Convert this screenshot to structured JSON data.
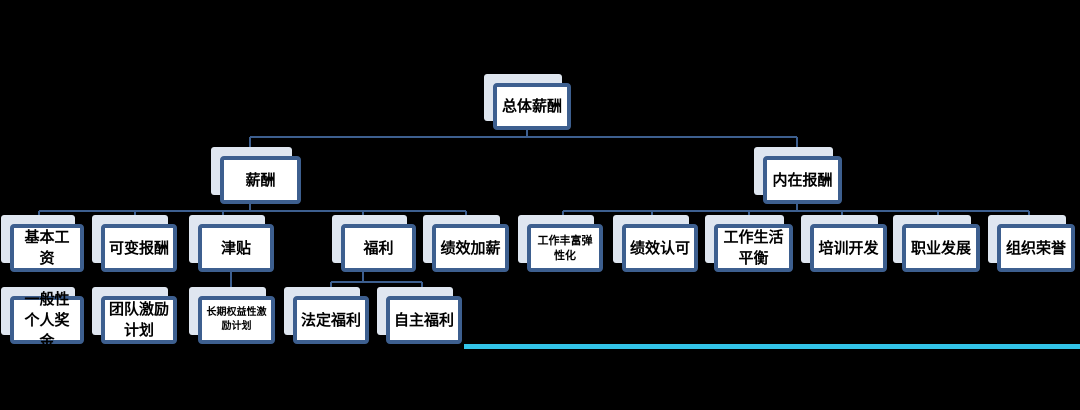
{
  "colors": {
    "line": "#3d5f8f",
    "border": "#3d5f8f",
    "shadow": "#dfe6f0",
    "accent": "#33c4e8"
  },
  "nodes": {
    "root": "总体薪酬",
    "salary": "薪酬",
    "intrinsic": "内在报酬",
    "base_pay": "基本工资",
    "variable_pay": "可变报酬",
    "allowance": "津贴",
    "welfare": "福利",
    "merit_raise": "绩效加薪",
    "job_enrich": "工作丰富弹性化",
    "perf_recog": "绩效认可",
    "work_life": "工作生活平衡",
    "training": "培训开发",
    "career": "职业发展",
    "org_honor": "组织荣誉",
    "individual_bonus": "一般性个人奖金",
    "team_incentive": "团队激励计划",
    "long_term": "长期权益性激励计划",
    "statutory": "法定福利",
    "voluntary": "自主福利"
  }
}
